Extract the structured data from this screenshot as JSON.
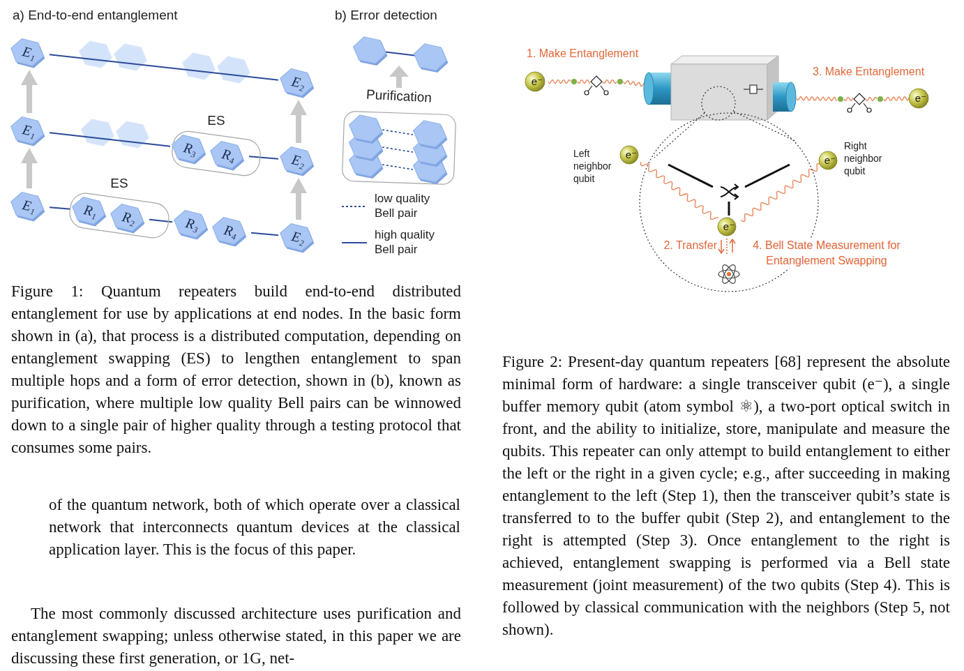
{
  "diagram": {
    "caption": "Figure 1: Quantum repeaters build end-to-end distributed entanglement for use by applications at end nodes. In the basic form shown in (a), that process is a distributed computation, depending on entanglement swapping (ES) to lengthen entanglement to span multiple hops and a form of error detection, shown in (b), known as purification, where multiple low quality Bell pairs can be winnowed down to a single pair of higher quality through a testing protocol that consumes some pairs.",
    "nodes": [
      {
        "text": [
          "E₁"
        ]
      },
      {
        "text": [
          "E₂"
        ]
      },
      {
        "text": [
          "E₁"
        ]
      },
      {
        "text": [
          "ES"
        ]
      },
      {
        "text": [
          "R₃"
        ],
        "in": 3
      },
      {
        "text": [
          "R₄"
        ],
        "in": 3
      },
      {
        "text": [
          "E₂"
        ]
      },
      {
        "text": [
          "E₁"
        ]
      },
      {
        "text": [
          "ES"
        ]
      },
      {
        "text": [
          "R₁"
        ],
        "in": 8
      },
      {
        "text": [
          "R₂"
        ],
        "in": 8
      },
      {
        "text": [
          "R₃"
        ]
      },
      {
        "text": [
          "R₄"
        ]
      },
      {
        "text": [
          "E₂"
        ]
      },
      {
        "text": [
          "Purification"
        ]
      },
      {
        "text": [
          "e⁻"
        ]
      },
      {
        "text": [
          "e⁻"
        ]
      },
      {
        "text": [
          "e⁻"
        ]
      },
      {
        "text": [
          "e⁻"
        ]
      },
      {
        "text": [
          "e⁻"
        ]
      }
    ],
    "edges": [
      {
        "from": 0,
        "to": 1,
        "arrow": "none"
      },
      {
        "from": 2,
        "to": 4,
        "arrow": "none"
      },
      {
        "from": 5,
        "to": 6,
        "arrow": "none"
      },
      {
        "from": 7,
        "to": 9,
        "arrow": "none"
      },
      {
        "from": 10,
        "to": 11,
        "arrow": "none"
      },
      {
        "from": 12,
        "to": 13,
        "arrow": "none"
      },
      {
        "from": 7,
        "to": 2,
        "arrow": "to"
      },
      {
        "from": 2,
        "to": 0,
        "arrow": "to"
      },
      {
        "from": 13,
        "to": 6,
        "arrow": "to"
      },
      {
        "from": 6,
        "to": 1,
        "arrow": "to"
      }
    ],
    "labels": [
      "a) End-to-end entanglement",
      "b) Error detection",
      "1. Make Entanglement",
      "3. Make Entanglement",
      "Left neighbor qubit",
      "Right neighbor qubit",
      "2. Transfer",
      "4. Bell State Measurement for Entanglement Swapping",
      "Figure 2: Present-day quantum repeaters [68] represent the absolute minimal form of hardware: a single transceiver qubit (e⁻), a single buffer memory qubit (atom symbol ⚛), a two-port optical switch in front, and the ability to initialize, store, manipulate and measure the qubits. This repeater can only attempt to build entanglement to either the left or the right in a given cycle; e.g., after succeeding in making entanglement to the left (Step 1), then the transceiver qubit’s state is transferred to to the buffer qubit (Step 2), and entanglement to the right is attempted (Step 3). Once entanglement to the right is achieved, entanglement swapping is performed via a Bell state measurement (joint measurement) of the two qubits (Step 4). This is followed by classical communication with the neighbors (Step 5, not shown).",
      "of the quantum network, both of which operate over a classical network that interconnects quantum devices at the classical application layer. This is the focus of this paper.",
      "The most commonly discussed architecture uses purification and entanglement swapping; unless otherwise stated, in this paper we are discussing these first generation, or 1G, net-"
    ],
    "legend": [
      {
        "text": "low quality Bell pair"
      },
      {
        "text": "high quality Bell pair"
      }
    ]
  }
}
